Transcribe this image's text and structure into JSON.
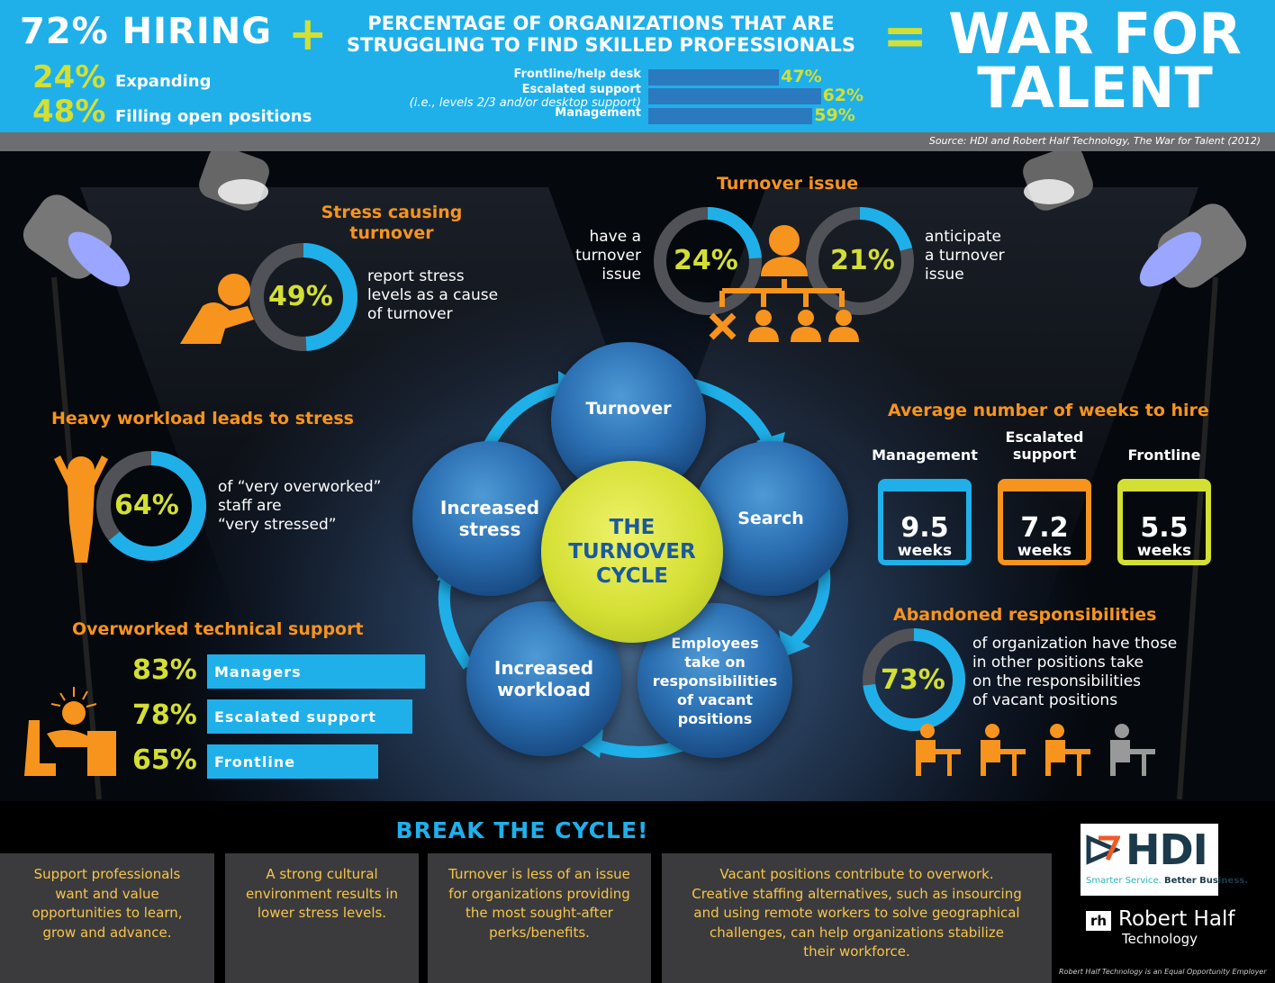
{
  "header": {
    "hiring": "72% HIRING",
    "plus": "+",
    "equals": "=",
    "expanding_pct": "24%",
    "expanding_label": "Expanding",
    "filling_pct": "48%",
    "filling_label": "Filling open positions",
    "struggle_title_1": "PERCENTAGE OF ORGANIZATIONS THAT ARE",
    "struggle_title_2": "STRUGGLING TO FIND SKILLED PROFESSIONALS",
    "bars": [
      {
        "label": "Frontline/help desk",
        "sub": "",
        "value": 47,
        "text": "47%"
      },
      {
        "label": "Escalated support",
        "sub": "(i.e., levels 2/3 and/or desktop support)",
        "value": 62,
        "text": "62%"
      },
      {
        "label": "Management",
        "sub": "",
        "value": 59,
        "text": "59%"
      }
    ],
    "war_1": "WAR FOR",
    "war_2": "TALENT",
    "source": "Source: HDI and Robert Half Technology, The War for Talent (2012)"
  },
  "stress": {
    "title_1": "Stress causing",
    "title_2": "turnover",
    "value": 49,
    "text": "49%",
    "desc": [
      "report stress",
      "levels as a cause",
      "of turnover"
    ]
  },
  "turnover_issue": {
    "title": "Turnover issue",
    "left_value": 24,
    "left_text": "24%",
    "left_desc": [
      "have a",
      "turnover",
      "issue"
    ],
    "right_value": 21,
    "right_text": "21%",
    "right_desc": [
      "anticipate",
      "a turnover",
      "issue"
    ]
  },
  "workload": {
    "title": "Heavy workload leads to stress",
    "value": 64,
    "text": "64%",
    "desc": [
      "of “very overworked”",
      "staff are",
      "“very stressed”"
    ]
  },
  "cycle": {
    "center": [
      "THE",
      "TURNOVER",
      "CYCLE"
    ],
    "turnover": "Turnover",
    "search": "Search",
    "employees": [
      "Employees",
      "take on",
      "responsibilities",
      "of vacant",
      "positions"
    ],
    "workload": [
      "Increased",
      "workload"
    ],
    "stress": [
      "Increased",
      "stress"
    ]
  },
  "weeks": {
    "title": "Average number of weeks to hire",
    "items": [
      {
        "label": "Management",
        "value": "9.5",
        "unit": "weeks",
        "color": "#1fb0ea"
      },
      {
        "label": "Escalated support",
        "value": "7.2",
        "unit": "weeks",
        "color": "#f7941d"
      },
      {
        "label": "Frontline",
        "value": "5.5",
        "unit": "weeks",
        "color": "#d4df33"
      }
    ]
  },
  "overworked": {
    "title": "Overworked technical support",
    "items": [
      {
        "text": "83%",
        "value": 83,
        "label": "Managers"
      },
      {
        "text": "78%",
        "value": 78,
        "label": "Escalated support"
      },
      {
        "text": "65%",
        "value": 65,
        "label": "Frontline"
      }
    ]
  },
  "abandoned": {
    "title": "Abandoned responsibilities",
    "value": 73,
    "text": "73%",
    "desc": [
      "of organization have those",
      "in other positions take",
      "on the responsibilities",
      "of vacant positions"
    ]
  },
  "footer": {
    "title": "BREAK THE CYCLE!",
    "boxes": [
      [
        "Support professionals",
        "want and value",
        "opportunities to learn,",
        "grow and advance."
      ],
      [
        "A strong cultural",
        "environment results in",
        "lower stress levels."
      ],
      [
        "Turnover is less of an issue",
        "for organizations providing",
        "the most sought-after",
        "perks/benefits."
      ],
      [
        "Vacant positions contribute to overwork.",
        "Creative staffing alternatives, such as insourcing",
        "and using remote workers to solve geographical",
        "challenges, can help organizations stabilize",
        "their workforce."
      ]
    ],
    "hdi": "HDI",
    "hdi_tag_1": "Smarter Service.",
    "hdi_tag_2": "Better Business.",
    "rh": "Robert Half",
    "rh_sub": "Technology",
    "eoe": "Robert Half Technology is an Equal Opportunity Employer"
  },
  "colors": {
    "blue": "#1fb0ea",
    "orange": "#f7941d",
    "lime": "#d4df33",
    "dark_blue": "#2b79bf"
  }
}
